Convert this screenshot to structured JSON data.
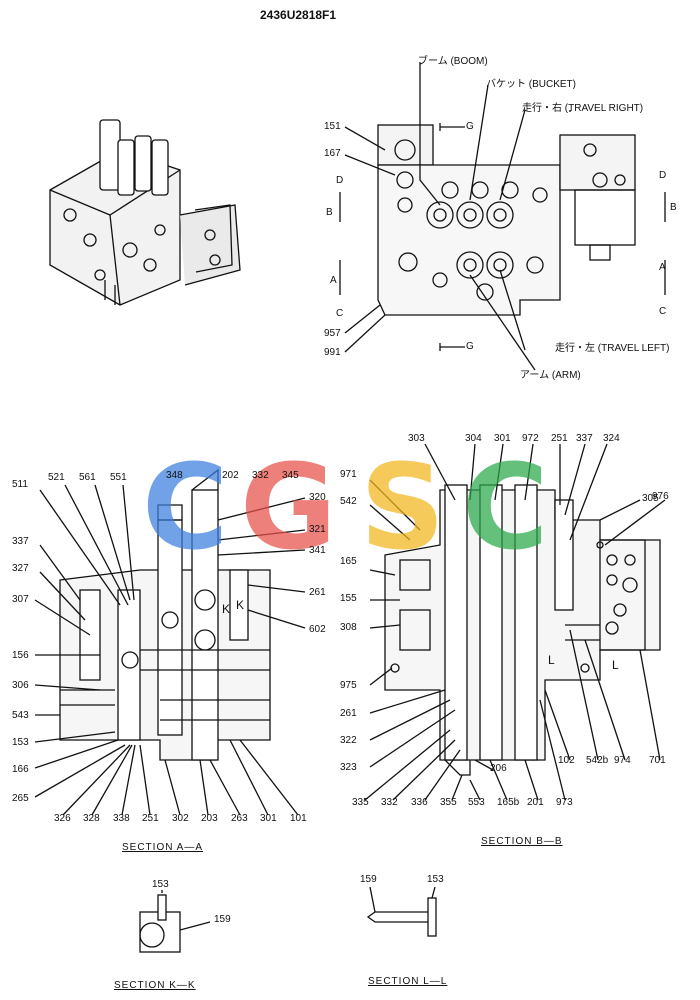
{
  "title": "2436U2818F1",
  "watermark": [
    "C",
    "G",
    "S",
    "C"
  ],
  "watermark_colors": [
    "#3b7ddd",
    "#e8504a",
    "#f2b51c",
    "#2aa84a"
  ],
  "top_view": {
    "callouts": {
      "boom": "ブーム (BOOM)",
      "bucket": "バケット (BUCKET)",
      "travel_right": "走行・右 (TRAVEL RIGHT)",
      "travel_left": "走行・左 (TRAVEL LEFT)",
      "arm": "アーム (ARM)"
    },
    "parts": [
      "151",
      "167",
      "957",
      "991"
    ],
    "section_marks": {
      "g": "G",
      "d": "D",
      "b": "B",
      "a": "A",
      "c": "C"
    }
  },
  "section_aa": {
    "caption": "SECTION  A—A",
    "parts": [
      "511",
      "521",
      "561",
      "551",
      "348",
      "202",
      "332",
      "345",
      "320",
      "321",
      "341",
      "337",
      "327",
      "307",
      "261",
      "602",
      "156",
      "306",
      "543",
      "153",
      "166",
      "265",
      "326",
      "328",
      "338",
      "251",
      "302",
      "203",
      "263",
      "301",
      "101"
    ],
    "k_mark": "K"
  },
  "section_bb": {
    "caption": "SECTION  B—B",
    "parts": [
      "303",
      "304",
      "301",
      "972",
      "251",
      "337",
      "324",
      "971",
      "542",
      "305",
      "976",
      "165",
      "155",
      "308",
      "975",
      "261",
      "322",
      "323",
      "335",
      "332",
      "336",
      "355",
      "553",
      "165b",
      "201",
      "973",
      "102",
      "542b",
      "974",
      "701",
      "206"
    ],
    "l_mark": "L"
  },
  "section_kk": {
    "caption": "SECTION  K—K",
    "parts": [
      "153",
      "159"
    ]
  },
  "section_ll": {
    "caption": "SECTION  L—L",
    "parts": [
      "159",
      "153"
    ]
  }
}
